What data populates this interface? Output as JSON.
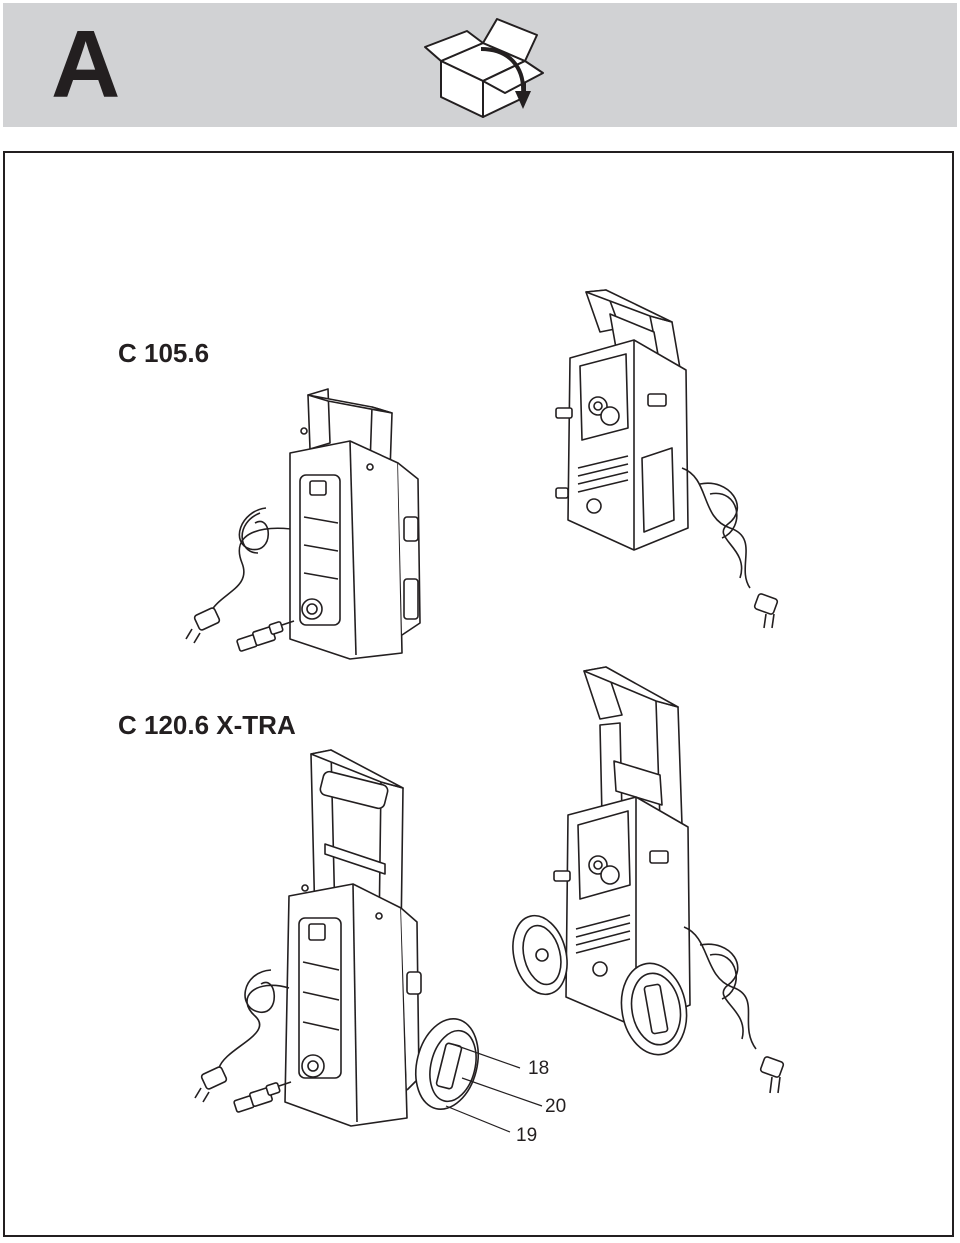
{
  "header": {
    "section_letter": "A",
    "icon": "open-box-arrow-icon",
    "background": "#d1d2d4"
  },
  "models": [
    {
      "label": "C 105.6"
    },
    {
      "label": "C 120.6 X-TRA"
    }
  ],
  "callouts": [
    "18",
    "20",
    "19"
  ],
  "colors": {
    "ink": "#231f20",
    "frame": "#231f20",
    "header": "#d1d2d4"
  }
}
